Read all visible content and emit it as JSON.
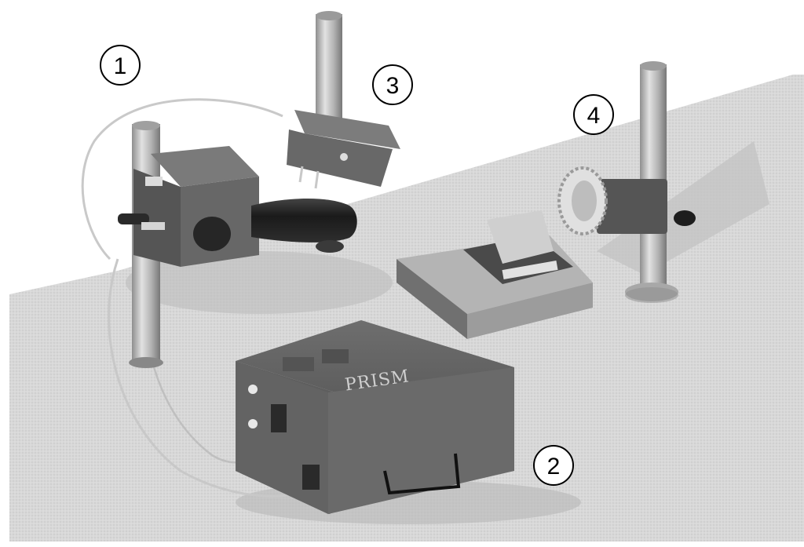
{
  "callouts": [
    {
      "label": "1"
    },
    {
      "label": "2"
    },
    {
      "label": "3"
    },
    {
      "label": "4"
    }
  ],
  "device_brand": "PRISM",
  "colors": {
    "background": "#ffffff",
    "table_top": "#d9d9d9",
    "dark_metal": "#5c5c5c",
    "light_metal": "#bdbdbd",
    "black_part": "#222222"
  }
}
